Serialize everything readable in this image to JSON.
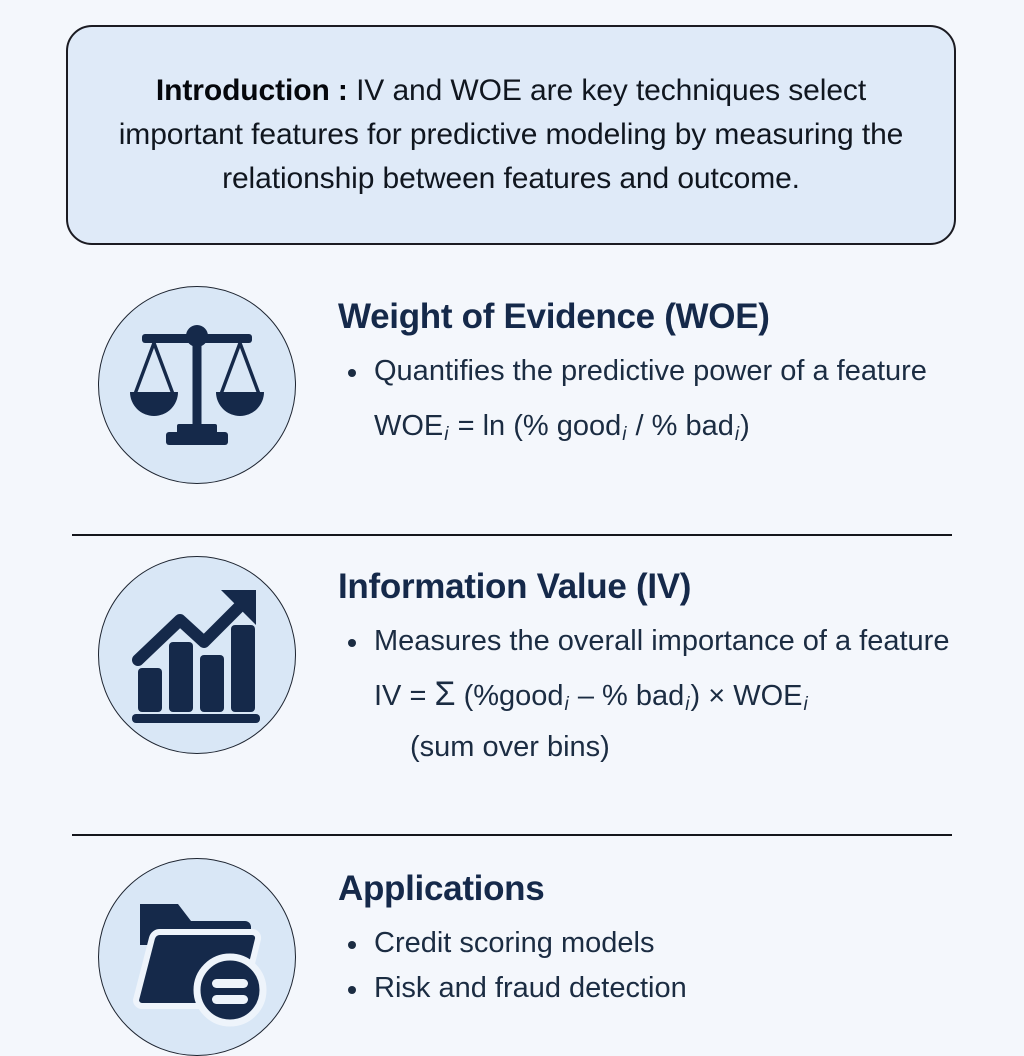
{
  "intro": {
    "label": "Introduction :",
    "body": "IV and WOE are key techniques select important features for predictive modeling by measuring the relationship between features and outcome."
  },
  "sections": [
    {
      "id": "woe",
      "icon": "balance-scale-icon",
      "title": "Weight of Evidence (WOE)",
      "bullets": [
        "Quantifies the predictive power of a feature"
      ],
      "formula": {
        "lhs": "WOE",
        "lhs_sub": "i",
        "eq": "= ln (% good",
        "sub1": "i",
        "mid": "/ % bad",
        "sub2": "i",
        "close": ")"
      }
    },
    {
      "id": "iv",
      "icon": "growth-bar-chart-icon",
      "title": "Information Value (IV)",
      "bullets": [
        "Measures the overall importance of a feature"
      ],
      "formula": {
        "lhs": "IV =",
        "sigma": "Σ",
        "open": "(%good",
        "sub1": "i",
        "minus": "– % bad",
        "sub2": "i",
        "close": ") × WOE",
        "sub3": "i"
      },
      "formula_note": "(sum over bins)"
    },
    {
      "id": "apps",
      "icon": "folder-document-icon",
      "title": "Applications",
      "bullets": [
        "Credit scoring models",
        "Risk and fraud detection"
      ]
    }
  ],
  "colors": {
    "page_background": "#f4f7fc",
    "intro_box_fill": "#dfeaf8",
    "intro_box_border": "#1b1b22",
    "icon_circle_fill": "#d9e7f6",
    "icon_circle_border": "#1d2430",
    "icon_glyph": "#15294a",
    "heading": "#15294a",
    "body_text": "#1b2c42",
    "divider": "#14161c"
  }
}
